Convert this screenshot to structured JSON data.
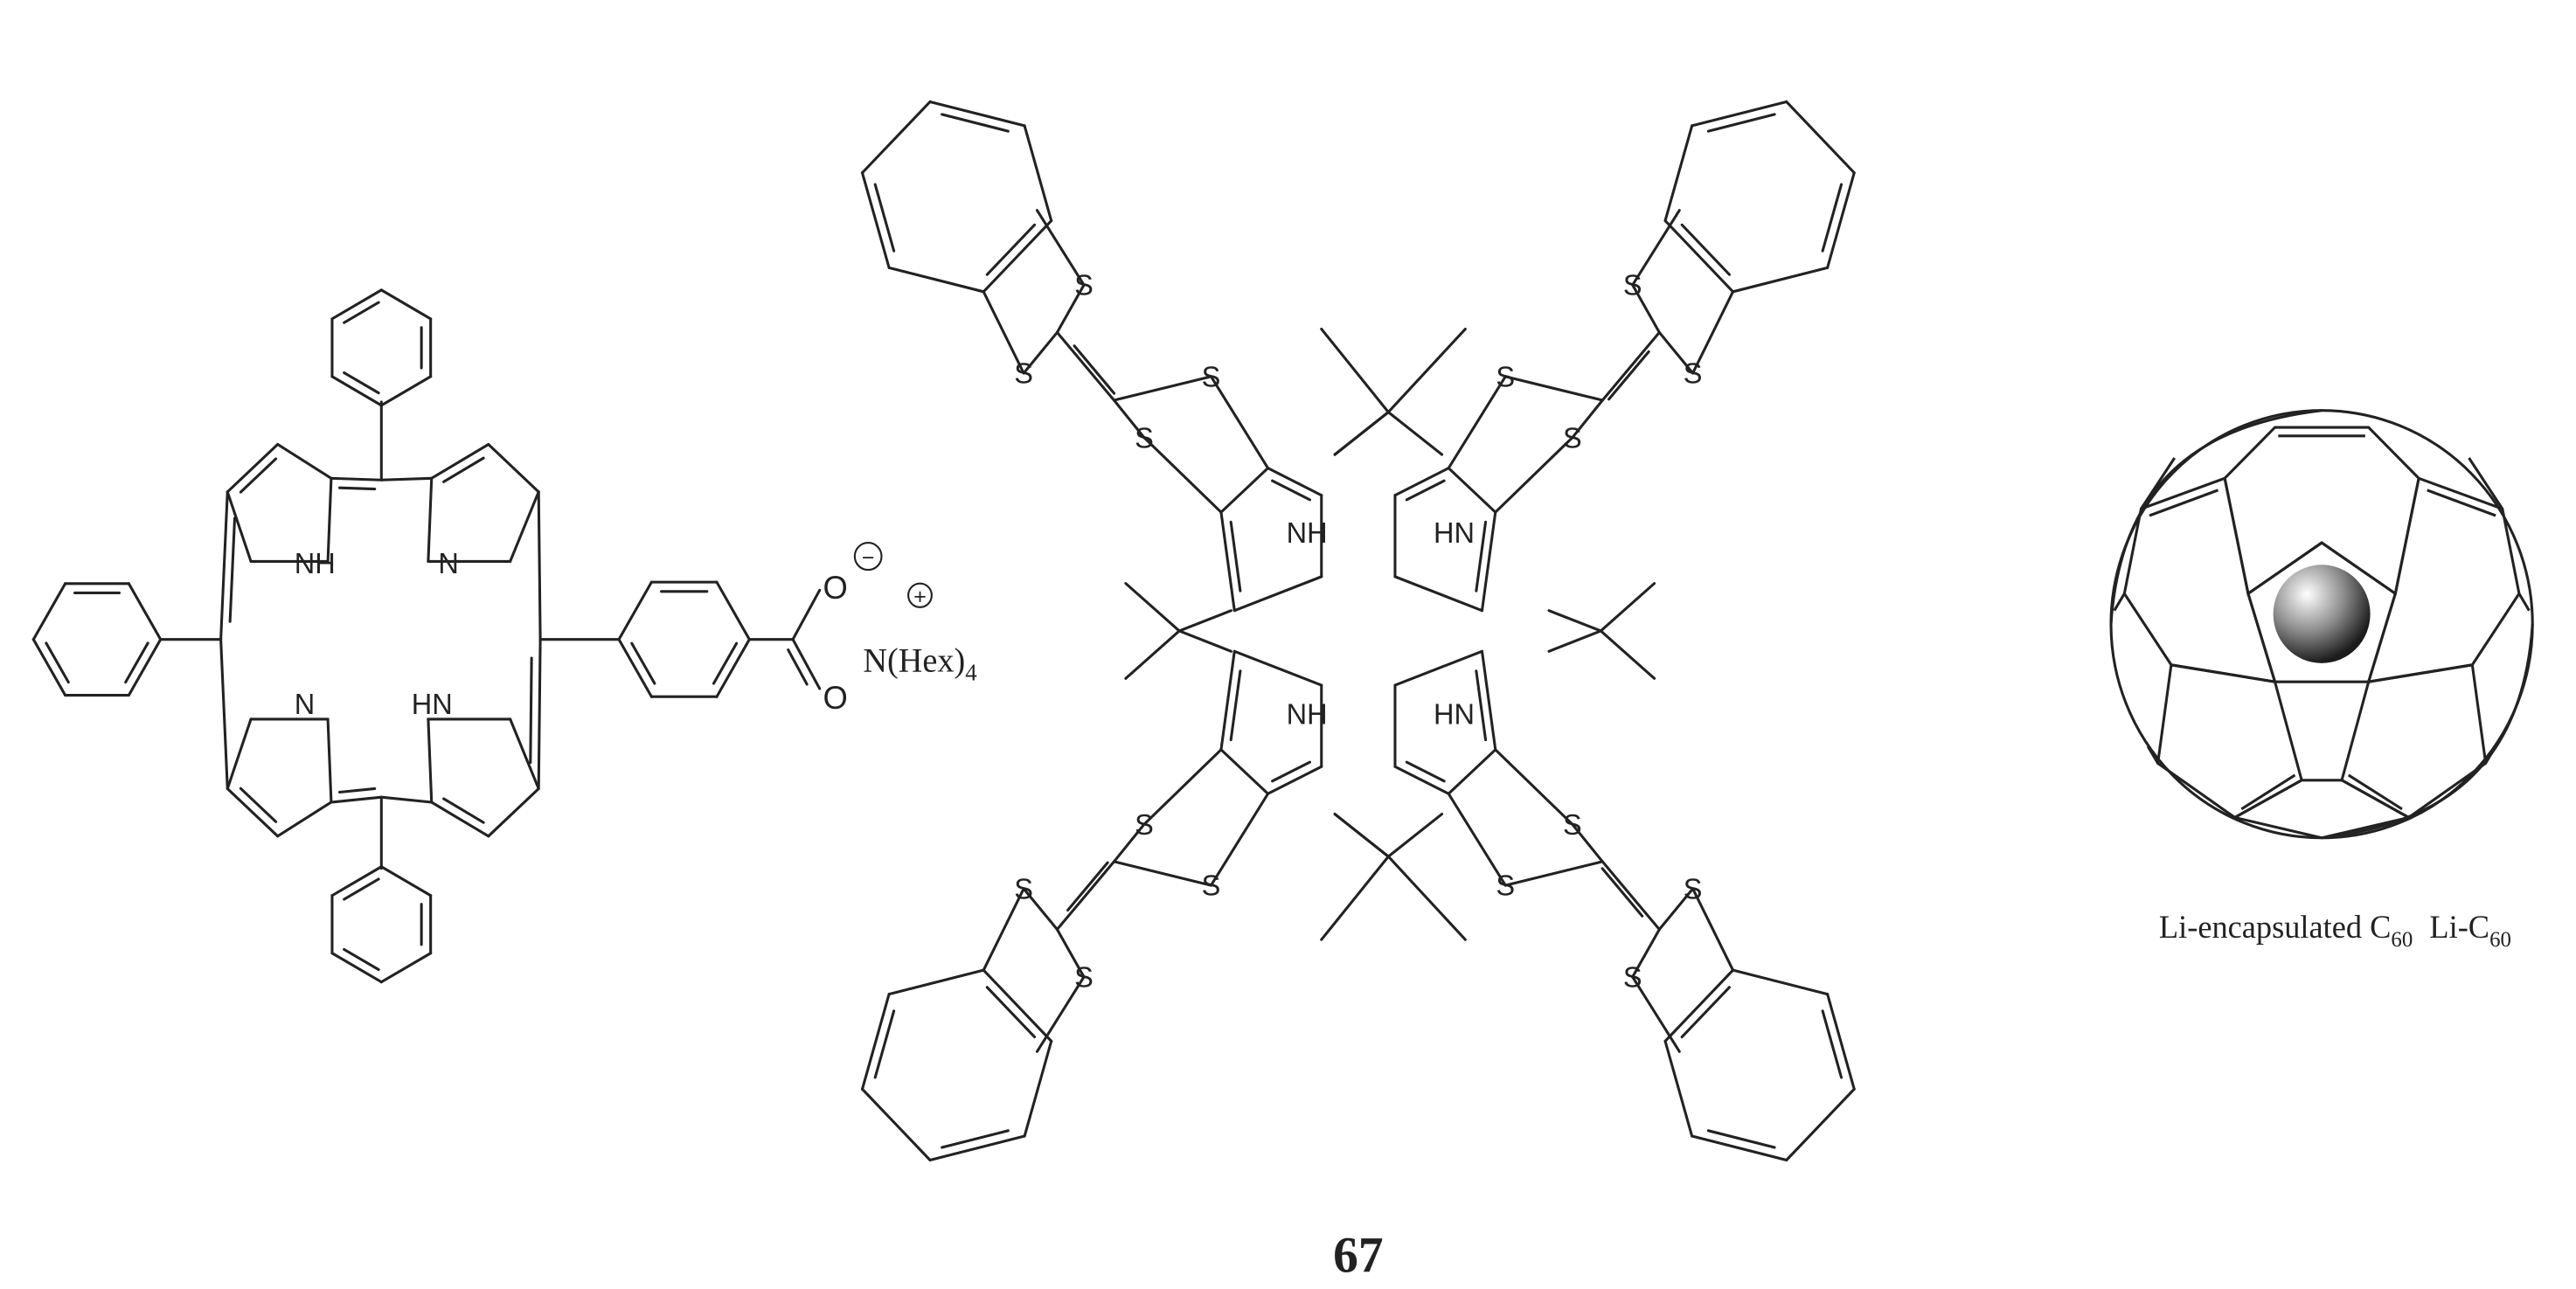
{
  "colors": {
    "ink": "#222222",
    "background": "#ffffff"
  },
  "porphyrin": {
    "atoms": {
      "nh": "NH",
      "n": "N",
      "hn": "HN",
      "o": "O"
    },
    "charge_minus": "−",
    "charge_plus": "+",
    "counterion": "N(Hex)",
    "counterion_sub": "4"
  },
  "calixpyrrole": {
    "atoms": {
      "s": "S",
      "nh": "NH",
      "hn": "HN"
    },
    "compound_label": "67"
  },
  "fullerene": {
    "caption_a": "Li-encapsulated C",
    "caption_a_sub": "60",
    "caption_b": "Li-C",
    "caption_b_sub": "60"
  }
}
